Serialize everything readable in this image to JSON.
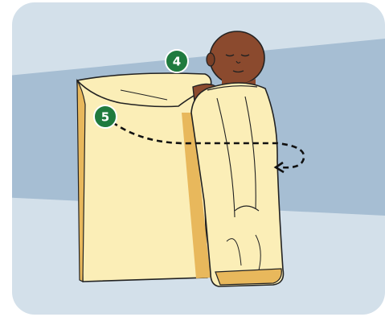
{
  "illustration": {
    "steps": [
      {
        "number": "4"
      },
      {
        "number": "5"
      }
    ],
    "colors": {
      "background_light": "#d3e0ea",
      "background_band": "#a6bed3",
      "blanket": "#fbeeb7",
      "blanket_shadow": "#e8b85c",
      "skin": "#8b4a2e",
      "badge": "#1f7a3e",
      "outline": "#222222"
    },
    "icons": [
      "step-4-badge",
      "step-5-badge",
      "fold-arrow-icon",
      "baby-figure",
      "blanket-shape"
    ]
  }
}
